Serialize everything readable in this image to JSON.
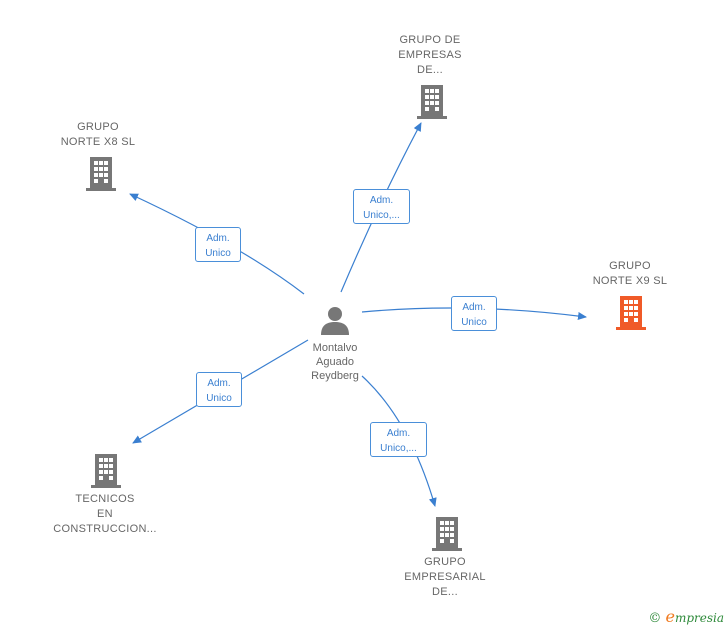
{
  "center": {
    "name": "Montalvo\nAguado\nReydberg"
  },
  "companies": [
    {
      "id": "norte-x8",
      "label": "GRUPO\nNORTE X8  SL",
      "color": "#777777",
      "focus": false
    },
    {
      "id": "grupo-empresas",
      "label": "GRUPO DE\nEMPRESAS\nDE...",
      "color": "#777777",
      "focus": false
    },
    {
      "id": "norte-x9",
      "label": "GRUPO\nNORTE X9  SL",
      "color": "#f05a28",
      "focus": true
    },
    {
      "id": "tecnicos",
      "label": "TECNICOS\nEN\nCONSTRUCCION...",
      "color": "#777777",
      "focus": false
    },
    {
      "id": "grupo-empresarial",
      "label": "GRUPO\nEMPRESARIAL\nDE...",
      "color": "#777777",
      "focus": false
    }
  ],
  "relations": [
    {
      "to": "norte-x8",
      "label": "Adm.\nUnico"
    },
    {
      "to": "grupo-empresas",
      "label": "Adm.\nUnico,..."
    },
    {
      "to": "norte-x9",
      "label": "Adm.\nUnico"
    },
    {
      "to": "tecnicos",
      "label": "Adm.\nUnico"
    },
    {
      "to": "grupo-empresarial",
      "label": "Adm.\nUnico,..."
    }
  ],
  "colors": {
    "edge": "#3a7fd0",
    "building": "#777777",
    "focus": "#f05a28",
    "person": "#777777"
  },
  "watermark": {
    "symbol": "©",
    "brand_initial": "e",
    "brand_rest": "mpresia"
  }
}
